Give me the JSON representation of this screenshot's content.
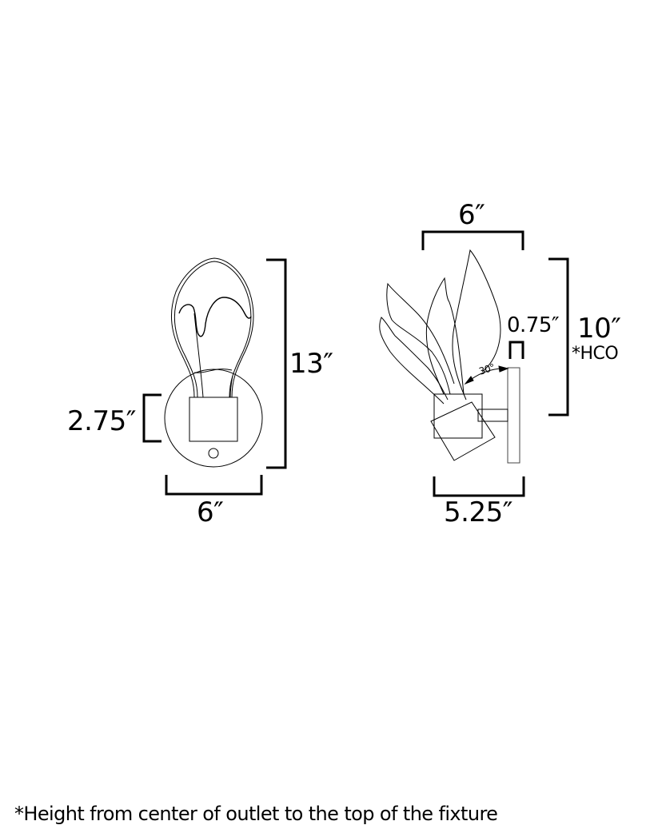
{
  "diagram": {
    "type": "dimension-drawing",
    "subject": "wall sconce",
    "views": [
      {
        "name": "front-view",
        "dimensions": {
          "height": "13″",
          "width": "6″",
          "backplate_height": "2.75″"
        }
      },
      {
        "name": "side-view",
        "dimensions": {
          "width": "6″",
          "height": "10″",
          "height_note": "*HCO",
          "extension": "5.25″",
          "arm_offset": "0.75″",
          "tilt_angle": "30°"
        }
      }
    ]
  },
  "labels": {
    "front_height": "13″",
    "front_width": "6″",
    "front_backplate": "2.75″",
    "side_width": "6″",
    "side_height": "10″",
    "side_hco": "*HCO",
    "side_extension": "5.25″",
    "side_offset": "0.75″",
    "side_angle": "30°"
  },
  "footnote": "*Height from center of outlet to the top of the fixture",
  "colors": {
    "line": "#000000",
    "background": "#ffffff"
  }
}
